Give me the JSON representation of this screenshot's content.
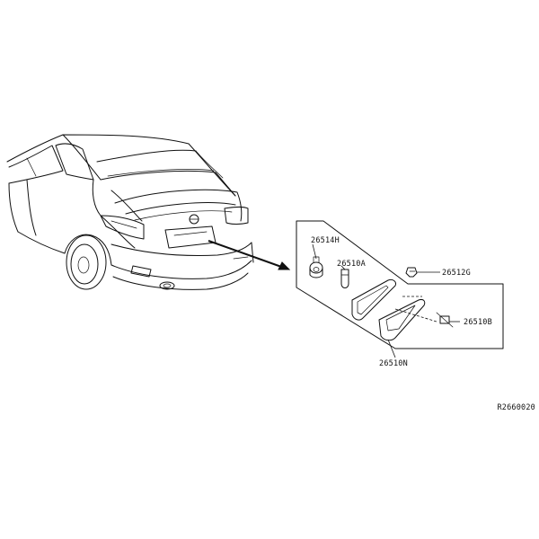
{
  "diagram": {
    "parts": [
      {
        "id": "bulb_socket",
        "label": "26514H"
      },
      {
        "id": "bulb",
        "label": "26510A"
      },
      {
        "id": "clip",
        "label": "26512G"
      },
      {
        "id": "screw",
        "label": "26510B"
      },
      {
        "id": "lamp_assembly",
        "label": "26510N"
      }
    ],
    "reference_code": "R2660020"
  }
}
